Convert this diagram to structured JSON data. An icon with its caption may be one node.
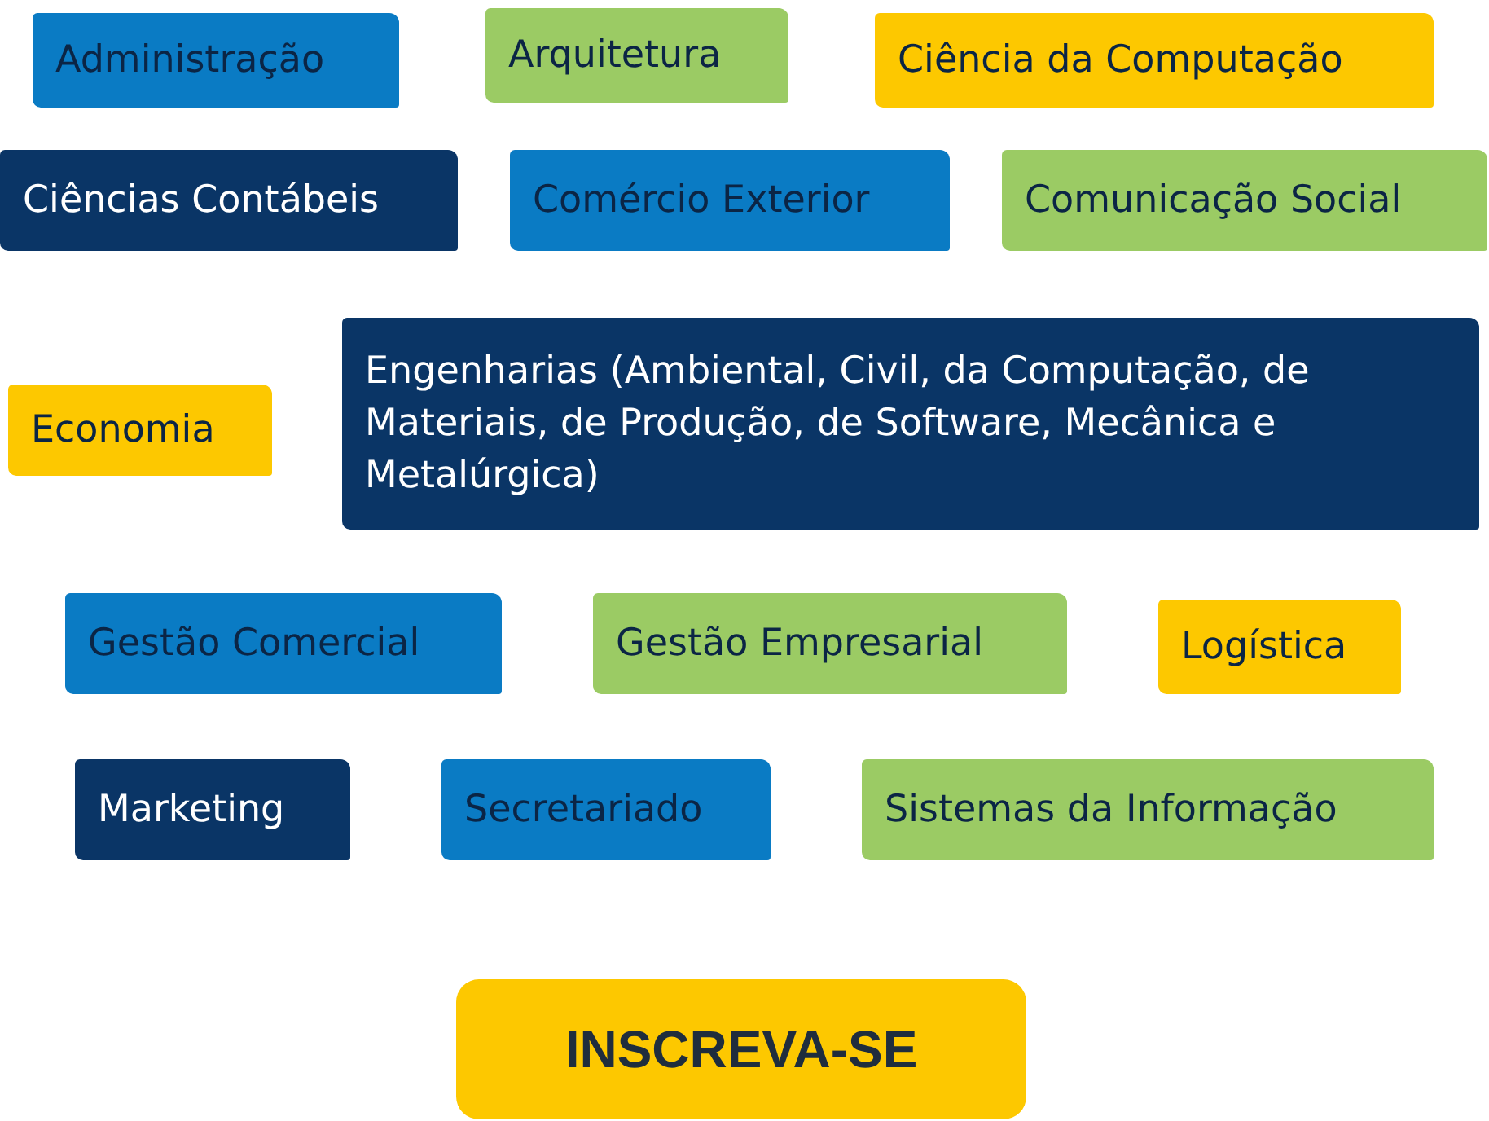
{
  "diagram": {
    "nodes": [
      {
        "text": [
          "Administração"
        ]
      },
      {
        "text": [
          "Arquitetura"
        ]
      },
      {
        "text": [
          "Ciência da Computação"
        ]
      },
      {
        "text": [
          "Ciências Contábeis"
        ]
      },
      {
        "text": [
          "Comércio Exterior"
        ]
      },
      {
        "text": [
          "Comunicação Social"
        ]
      },
      {
        "text": [
          "Economia"
        ]
      },
      {
        "text": [
          "Engenharias (Ambiental, Civil, da Computação, de Materiais, de Produção, de Software, Mecânica e Metalúrgica)"
        ]
      },
      {
        "text": [
          "Gestão Comercial"
        ]
      },
      {
        "text": [
          "Gestão Empresarial"
        ]
      },
      {
        "text": [
          "Logística"
        ]
      },
      {
        "text": [
          "Marketing"
        ]
      },
      {
        "text": [
          "Secretariado"
        ]
      },
      {
        "text": [
          "Sistemas da Informação"
        ]
      },
      {
        "text": [
          "INSCREVA-SE"
        ]
      }
    ]
  }
}
